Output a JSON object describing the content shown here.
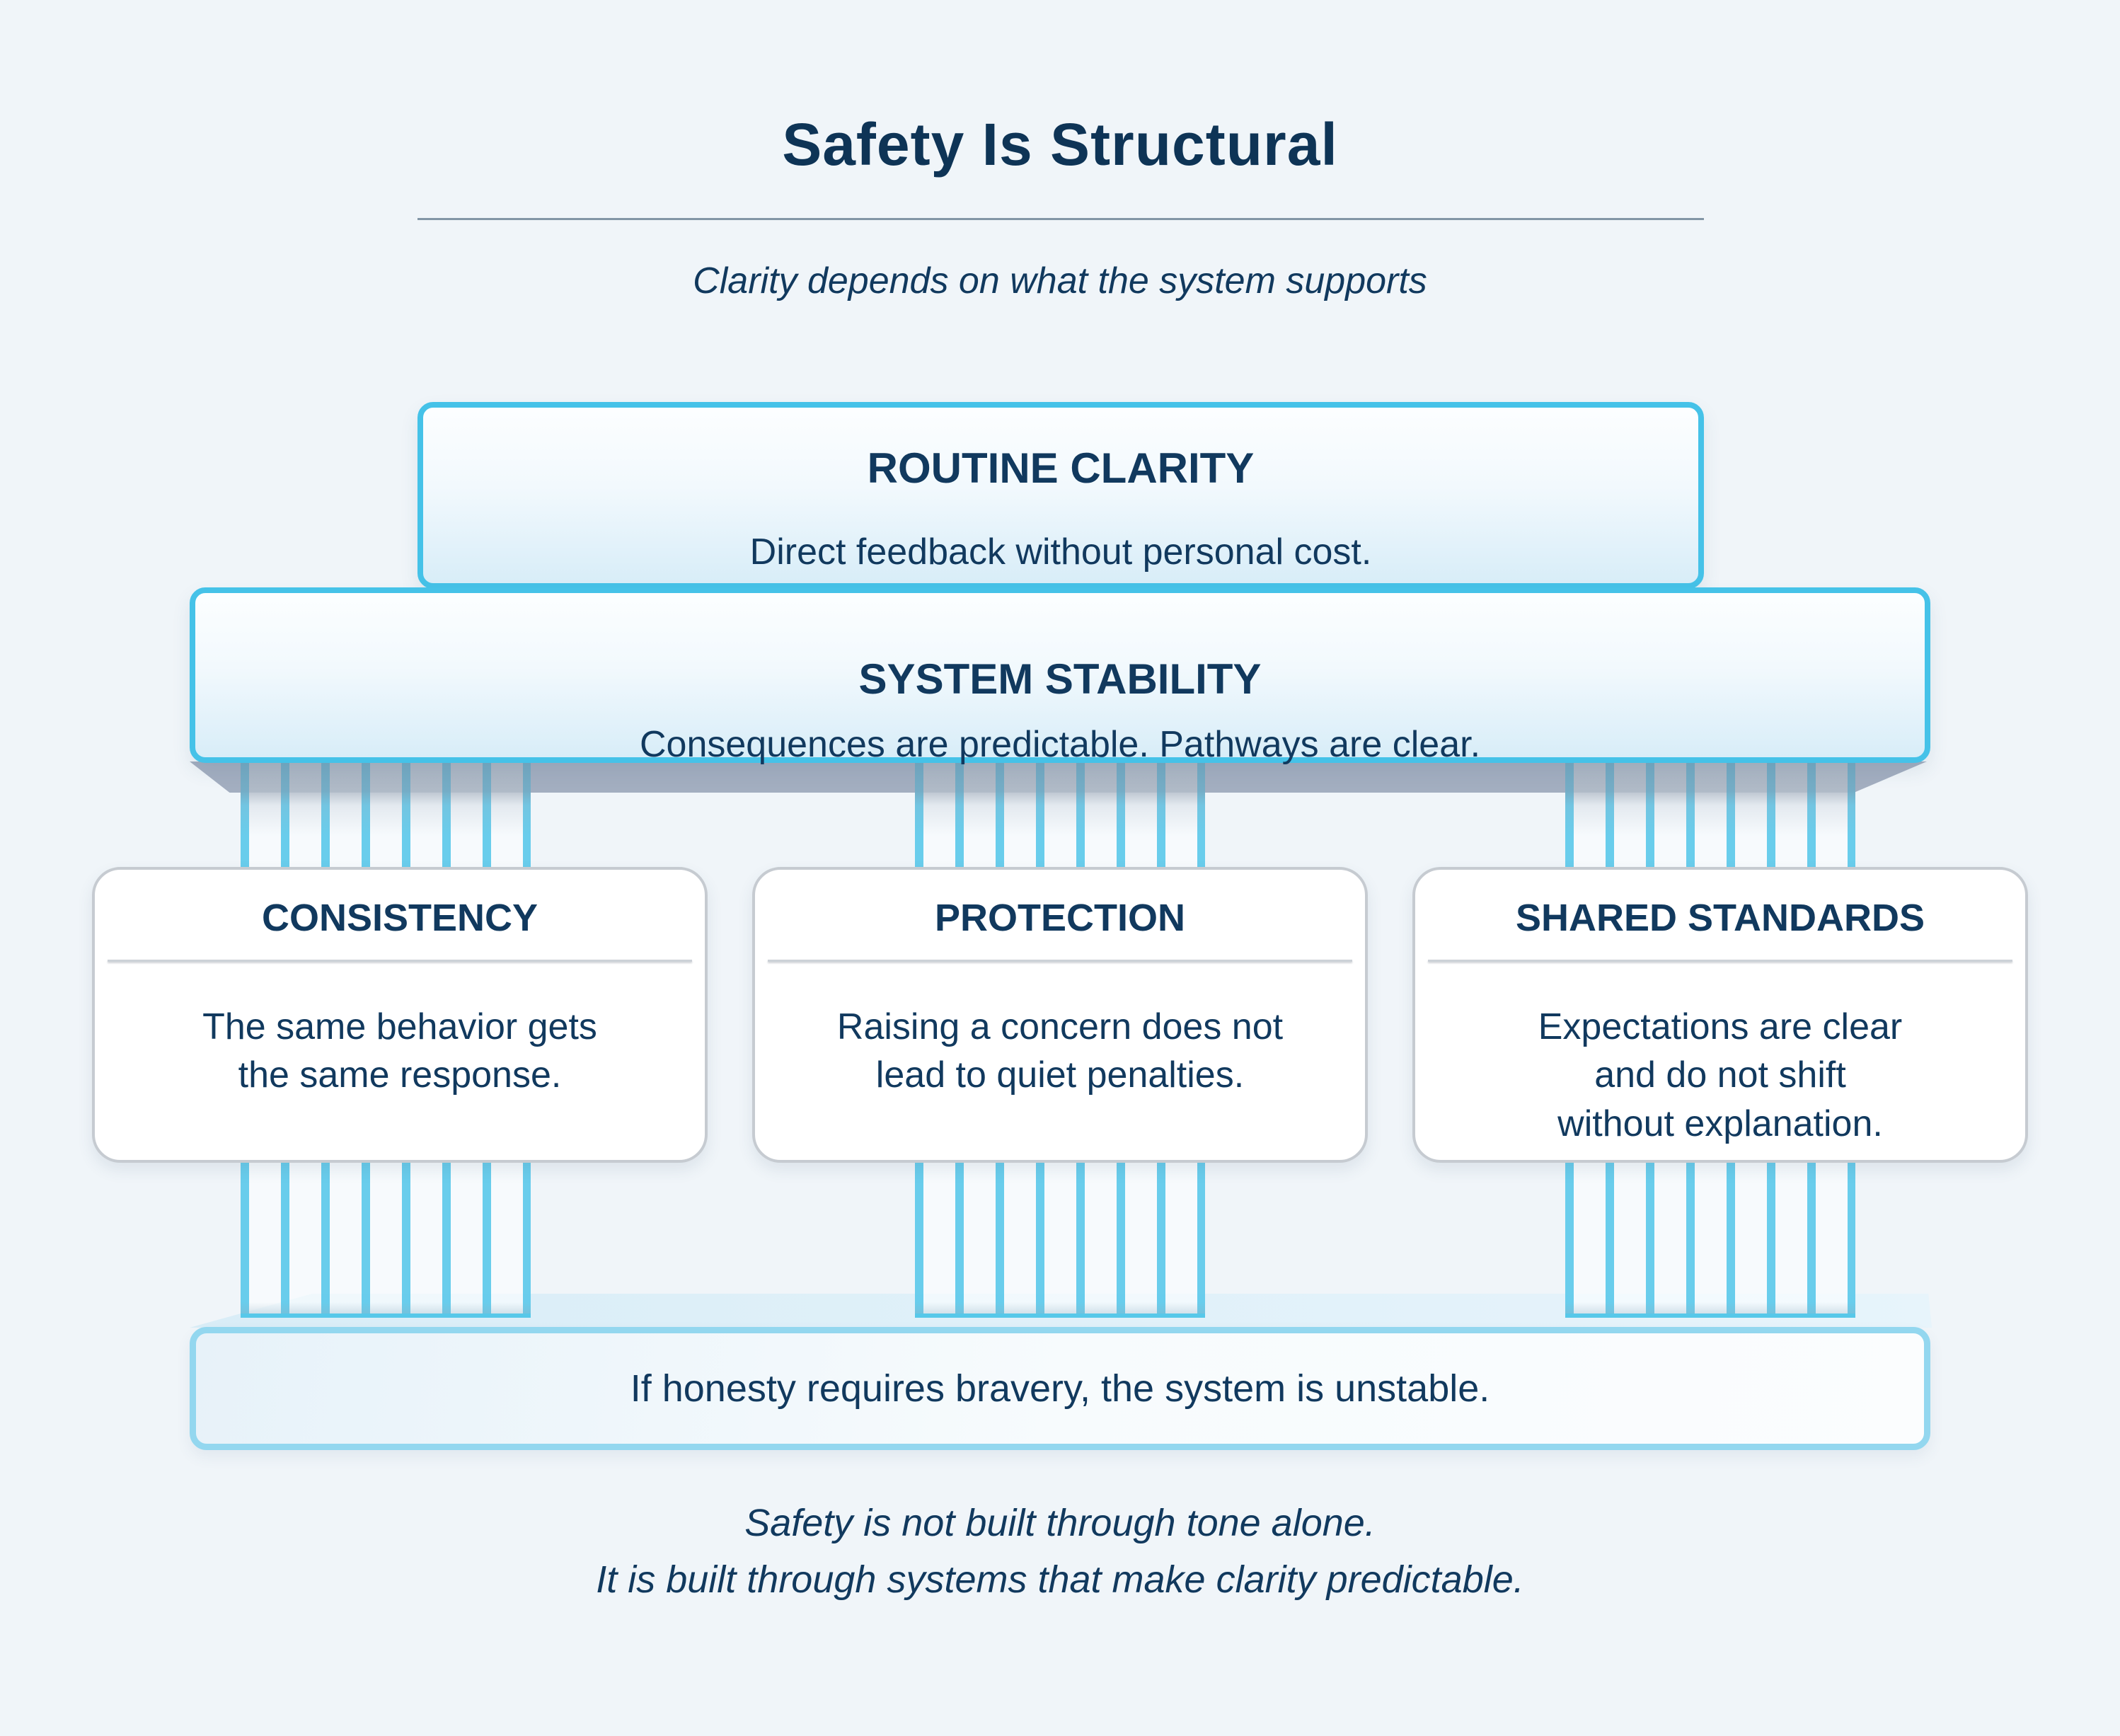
{
  "title": "Safety Is Structural",
  "subtitle": "Clarity depends on what the system supports",
  "top_blocks": [
    {
      "heading": "ROUTINE CLARITY",
      "description": "Direct feedback without personal cost."
    },
    {
      "heading": "SYSTEM STABILITY",
      "description": "Consequences are predictable. Pathways are clear."
    }
  ],
  "pillar_cards": [
    {
      "heading": "CONSISTENCY",
      "lines": [
        "The same behavior gets",
        "the same response."
      ]
    },
    {
      "heading": "PROTECTION",
      "lines": [
        "Raising a concern does not",
        "lead to quiet penalties."
      ]
    },
    {
      "heading": "SHARED STANDARDS",
      "lines": [
        "Expectations are clear",
        "and do not shift",
        "without explanation."
      ]
    }
  ],
  "base": {
    "text": "If honesty requires bravery, the system is unstable."
  },
  "footer": {
    "lines": [
      "Safety is not built through tone alone.",
      "It is built through systems that make clarity predictable."
    ]
  },
  "colors": {
    "background": "#f0f5f9",
    "navy_text": "#11395e",
    "title_navy": "#0e3456",
    "cyan_border": "#45c2e8",
    "pale_blue_border": "#93d7ef",
    "beam_gray": "#a3aec0",
    "pillar_stripe": "#5ac8ea",
    "card_border": "#c6cbd1",
    "divider_gray": "#8296a6"
  }
}
